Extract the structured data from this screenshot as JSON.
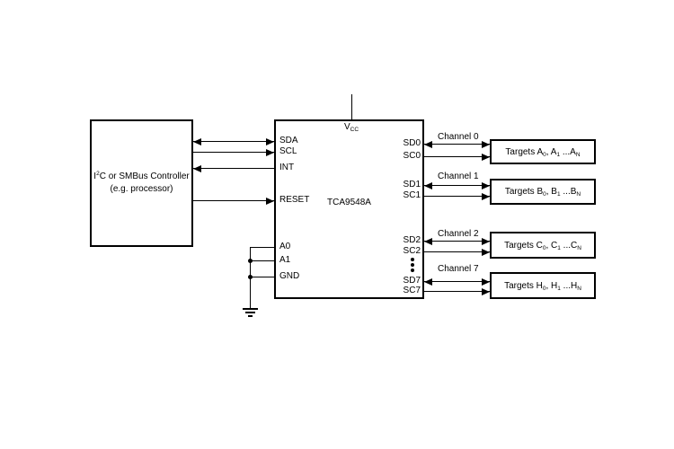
{
  "controller": {
    "name_pre": "I",
    "name_sup": "2",
    "name_post": "C or SMBus Controller",
    "subtitle": "(e.g. processor)"
  },
  "mux": {
    "part_number": "TCA9548A",
    "vcc": {
      "text": "V",
      "sub": "CC"
    },
    "left_pins": [
      "SDA",
      "SCL",
      "INT",
      "RESET",
      "A0",
      "A1",
      "GND"
    ],
    "right_pins": [
      "SD0",
      "SC0",
      "SD1",
      "SC1",
      "SD2",
      "SC2",
      "SD7",
      "SC7"
    ]
  },
  "channels": [
    {
      "label": "Channel 0",
      "target": {
        "p1": "Targets A",
        "s1": "0",
        "p2": ", A",
        "s2": "1",
        "p3": " ...A",
        "s3": "N"
      }
    },
    {
      "label": "Channel 1",
      "target": {
        "p1": "Targets B",
        "s1": "0",
        "p2": ", B",
        "s2": "1",
        "p3": " ...B",
        "s3": "N"
      }
    },
    {
      "label": "Channel 2",
      "target": {
        "p1": "Targets C",
        "s1": "0",
        "p2": ", C",
        "s2": "1",
        "p3": " ...C",
        "s3": "N"
      }
    },
    {
      "label": "Channel 7",
      "target": {
        "p1": "Targets H",
        "s1": "0",
        "p2": ", H",
        "s2": "1",
        "p3": " ...H",
        "s3": "N"
      }
    }
  ],
  "colors": {
    "line": "#000000",
    "background": "#ffffff"
  }
}
